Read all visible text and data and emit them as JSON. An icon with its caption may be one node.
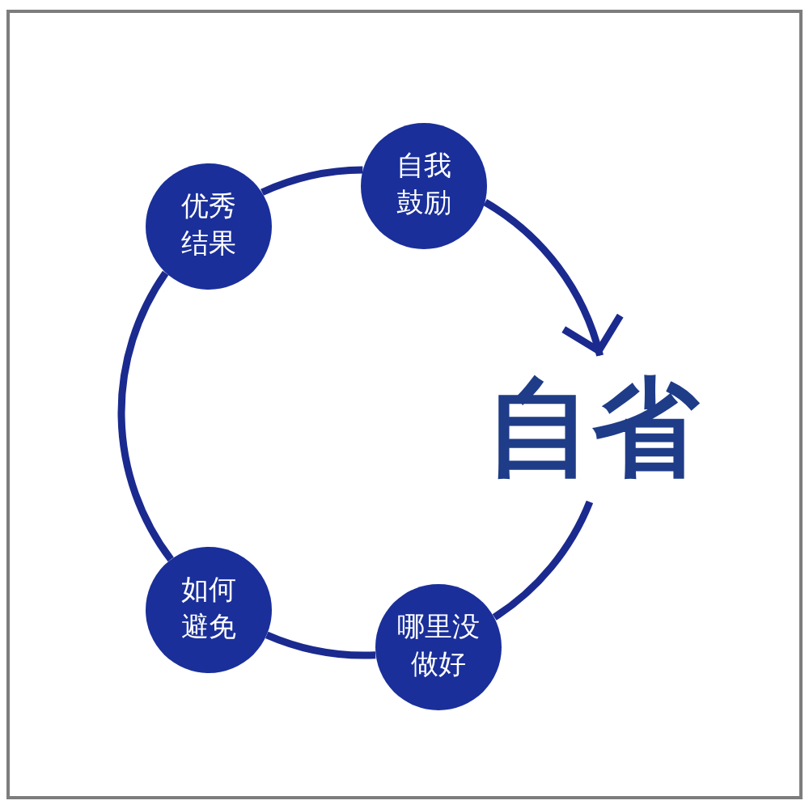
{
  "diagram": {
    "nodes": [
      {
        "text": [
          "优秀结果"
        ]
      },
      {
        "text": [
          "自我鼓励"
        ]
      },
      {
        "text": [
          "自省"
        ]
      },
      {
        "text": [
          "哪里没做好"
        ]
      },
      {
        "text": [
          "如何避免"
        ]
      }
    ],
    "edges": [
      {
        "from": 0,
        "to": 1,
        "arrow": "none"
      },
      {
        "from": 1,
        "to": 2,
        "arrow": "to"
      },
      {
        "from": 2,
        "to": 3,
        "arrow": "none"
      },
      {
        "from": 3,
        "to": 4,
        "arrow": "none"
      },
      {
        "from": 4,
        "to": 0,
        "arrow": "none"
      }
    ]
  }
}
